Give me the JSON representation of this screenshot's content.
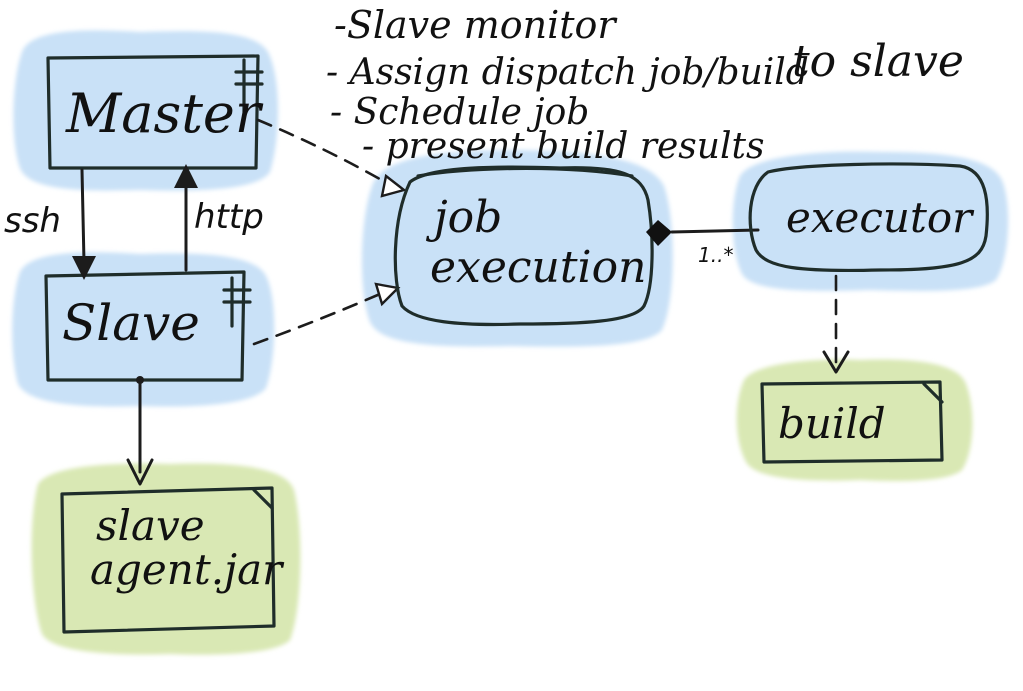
{
  "notes": {
    "line1": "-Slave monitor",
    "line2": "- Assign dispatch job/build",
    "line2_tail": "to slave",
    "line3": "- Schedule job",
    "line4": "- present build results"
  },
  "nodes": {
    "master": "Master",
    "slave": "Slave",
    "job_execution": [
      "job",
      "execution"
    ],
    "executor": "executor",
    "build": "build",
    "slave_agent": [
      "slave",
      "agent.jar"
    ]
  },
  "edges": {
    "ssh": "ssh",
    "http": "http",
    "multiplicity": "1..*"
  },
  "colors": {
    "component_fill": "#c9e1f7",
    "artifact_fill": "#d9e8b4",
    "ink": "#1c1c1c"
  }
}
